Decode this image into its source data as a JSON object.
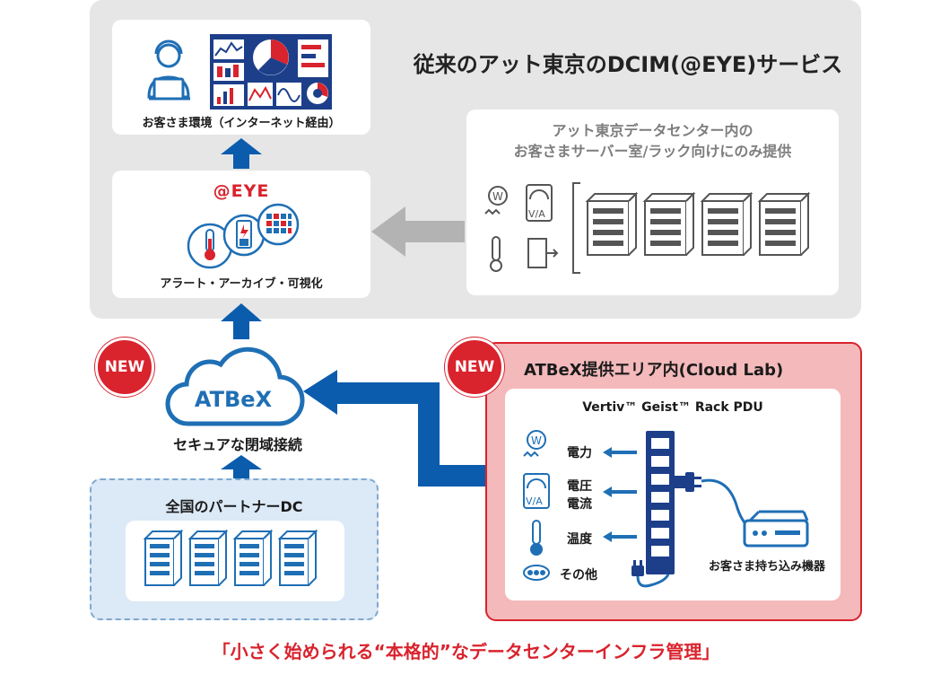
{
  "top_section": {
    "title": "従来のアット東京のDCIM(@EYE)サービス",
    "customer_card_caption": "お客さま環境（インターネット経由）",
    "eye_logo": "@EYE",
    "eye_card_caption": "アラート・アーカイブ・可視化",
    "dc_card_title_line1": "アット東京データセンター内の",
    "dc_card_title_line2": "お客さまサーバー室/ラック向けにのみ提供"
  },
  "cloud": {
    "badge": "NEW",
    "label": "ATBeX",
    "caption": "セキュアな閉域接続"
  },
  "partner": {
    "title": "全国のパートナーDC"
  },
  "atbex_area": {
    "badge": "NEW",
    "title": "ATBeX提供エリア内(Cloud Lab)",
    "pdu_title": "Vertiv™ Geist™ Rack PDU",
    "metrics": [
      {
        "icon": "wattmeter-icon",
        "label": "電力"
      },
      {
        "icon": "voltmeter-icon",
        "label_line1": "電圧",
        "label_line2": "電流"
      },
      {
        "icon": "thermometer-icon",
        "label": "温度"
      },
      {
        "icon": "more-icon",
        "label": "その他"
      }
    ],
    "device_label": "お客さま持ち込み機器"
  },
  "tagline": "「小さく始められる“本格的”なデータセンターインフラ管理」",
  "colors": {
    "accent_red": "#d9232d",
    "arrow_blue": "#0b5cad",
    "gray_arrow": "#b3b3b3",
    "panel_gray": "#e6e6e6",
    "partner_bg": "#dce9f6",
    "atbex_bg": "#f4b9bb"
  }
}
